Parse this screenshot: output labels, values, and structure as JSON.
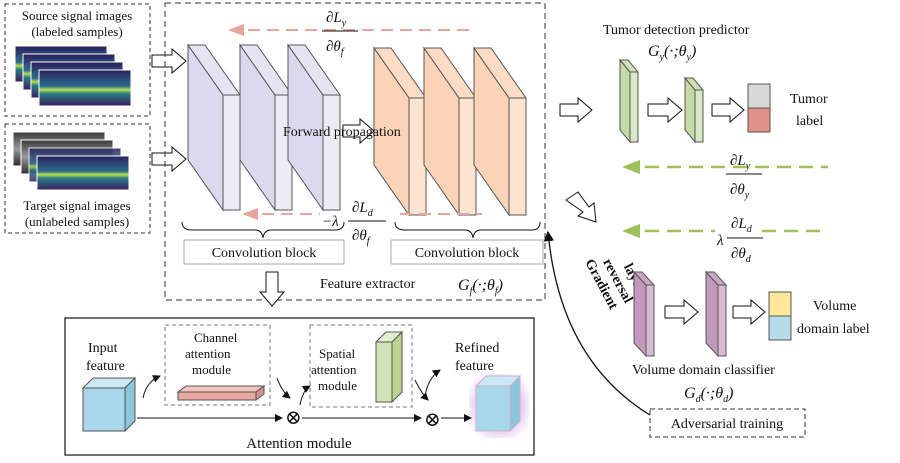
{
  "source": {
    "label_line1": "Source signal images",
    "label_line2": "(labeled samples)"
  },
  "target": {
    "label_line1": "Target signal images",
    "label_line2": "(unlabeled samples)"
  },
  "feature_extractor": {
    "label": "Feature extractor",
    "param": "G",
    "param_sub": "f",
    "param_args": "(·;θ",
    "param_args_sub": "f",
    "param_close": ")",
    "forward_label": "Forward propagation",
    "block1_label": "Convolution block",
    "block2_label": "Convolution block",
    "grad_y_num": "∂L",
    "grad_y_num_sub": "y",
    "grad_y_den": "∂θ",
    "grad_y_den_sub": "f",
    "grad_d_prefix": "−λ",
    "grad_d_num": "∂L",
    "grad_d_num_sub": "d",
    "grad_d_den": "∂θ",
    "grad_d_den_sub": "f"
  },
  "predictor": {
    "title": "Tumor detection predictor",
    "param": "G",
    "param_sub": "y",
    "param_args": "(·;θ",
    "param_args_sub": "y",
    "param_close": ")",
    "output_line1": "Tumor",
    "output_line2": "label",
    "grad_num": "∂L",
    "grad_num_sub": "y",
    "grad_den": "∂θ",
    "grad_den_sub": "y"
  },
  "domain": {
    "grad_prefix": "λ",
    "grad_num": "∂L",
    "grad_num_sub": "d",
    "grad_den": "∂θ",
    "grad_den_sub": "d",
    "grl_line1": "Gradient",
    "grl_line2": "reversal",
    "grl_line3": "layer",
    "classifier_label": "Volume domain classifier",
    "output_line1": "Volume",
    "output_line2": "domain label",
    "param": "G",
    "param_sub": "d",
    "param_args": "(·;θ",
    "param_args_sub": "d",
    "param_close": ")",
    "adversarial_label": "Adversarial training"
  },
  "attention": {
    "title": "Attention module",
    "input_line1": "Input",
    "input_line2": "feature",
    "channel_line1": "Channel",
    "channel_line2": "attention",
    "channel_line3": "module",
    "spatial_line1": "Spatial",
    "spatial_line2": "attention",
    "spatial_line3": "module",
    "refined_line1": "Refined",
    "refined_line2": "feature",
    "otimes": "⊗"
  },
  "colors": {
    "conv_purple": "#dcd8ee",
    "conv_orange": "#fbd3b6",
    "pred_green": "#d3e3b9",
    "domain_purple": "#cba7c6",
    "grad_red": "#e8a59f",
    "grad_green": "#9cc15a",
    "tumor_top": "#d8d8d8",
    "tumor_bottom": "#e0928a",
    "domain_top": "#fde79a",
    "domain_bottom": "#b5dbe8",
    "cube": "#a9d7ea"
  }
}
